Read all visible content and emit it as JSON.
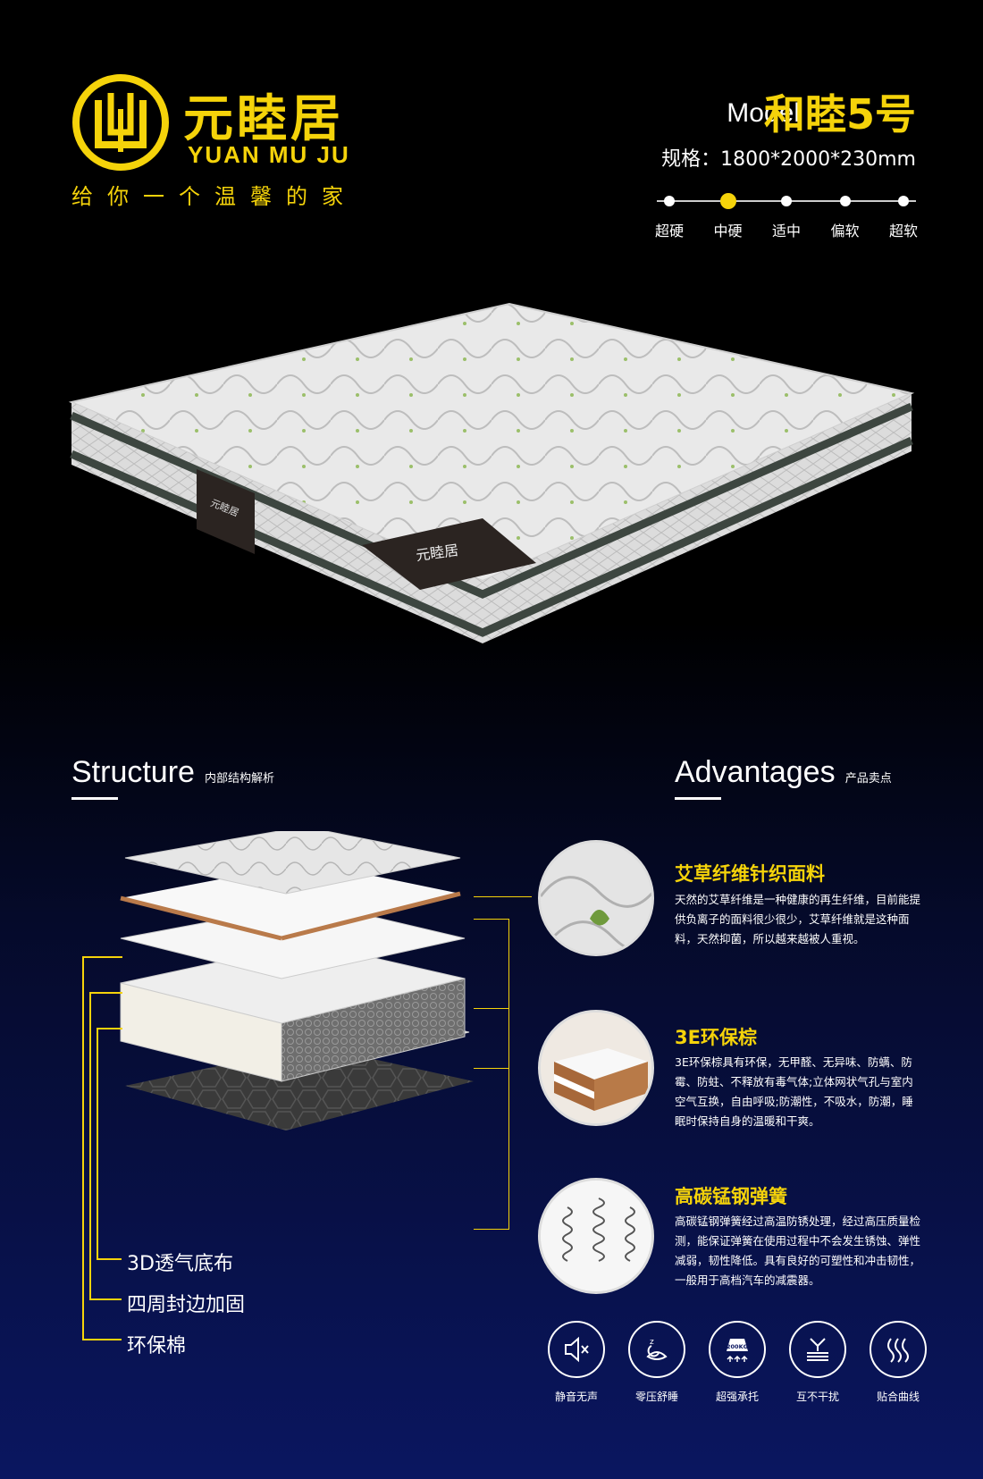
{
  "brand": {
    "name_cn": "元睦居",
    "name_en": "YUAN MU JU",
    "slogan": "给你一个温馨的家"
  },
  "model": {
    "label": "Model",
    "name": "和睦5号",
    "spec": "规格：1800*2000*230mm"
  },
  "firmness": {
    "levels": [
      "超硬",
      "中硬",
      "适中",
      "偏软",
      "超软"
    ],
    "selected_index": 1
  },
  "hero_labels": {
    "side_tag": "元睦居",
    "corner_tag": "元睦居"
  },
  "structure": {
    "title": "Structure",
    "subtitle": "内部结构解析",
    "layers": [
      {
        "label": "3D透气底布"
      },
      {
        "label": "四周封边加固"
      },
      {
        "label": "环保棉"
      }
    ]
  },
  "advantages": {
    "title": "Advantages",
    "subtitle": "产品卖点",
    "items": [
      {
        "title": "艾草纤维针织面料",
        "text": "天然的艾草纤维是一种健康的再生纤维，目前能提供负离子的面料很少很少，艾草纤维就是这种面料，天然抑菌，所以越来越被人重视。"
      },
      {
        "title": "3E环保棕",
        "text": "3E环保棕具有环保，无甲醛、无异味、防螨、防霉、防蛀、不释放有毒气体;立体网状气孔与室内空气互换，自由呼吸;防潮性，不吸水，防潮，睡眠时保持自身的温暖和干爽。"
      },
      {
        "title": "高碳锰钢弹簧",
        "text": "高碳锰钢弹簧经过高温防锈处理，经过高压质量检测，能保证弹簧在使用过程中不会发生锈蚀、弹性减弱，韧性降低。具有良好的可塑性和冲击韧性，一般用于高档汽车的减震器。"
      }
    ],
    "features": [
      {
        "label": "静音无声",
        "icon": "mute-icon"
      },
      {
        "label": "零压舒睡",
        "icon": "sleep-icon"
      },
      {
        "label": "超强承托",
        "icon": "weight-icon",
        "badge": "200KG"
      },
      {
        "label": "互不干扰",
        "icon": "isolation-icon"
      },
      {
        "label": "贴合曲线",
        "icon": "curve-icon"
      }
    ]
  },
  "colors": {
    "accent": "#f5d30a",
    "background_top": "#000000",
    "background_bottom": "#0a1660"
  }
}
